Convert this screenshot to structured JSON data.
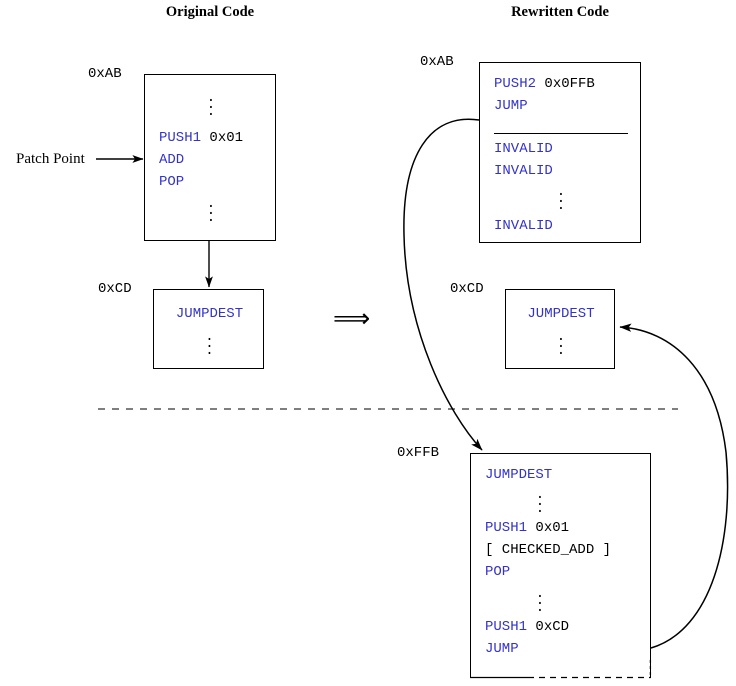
{
  "titles": {
    "left": "Original Code",
    "right": "Rewritten Code"
  },
  "labels": {
    "patch_point": "Patch Point",
    "orig_addr_main": "0xAB",
    "orig_addr_dest": "0xCD",
    "rewritten_addr_main": "0xAB",
    "rewritten_addr_dest": "0xCD",
    "rewritten_addr_trampoline": "0xFFB",
    "transform_arrow": "⟹",
    "vdots": "⋮"
  },
  "colors": {
    "opcode": "#3333cc",
    "literal": "#000000",
    "stroke": "#000000",
    "background": "#ffffff"
  },
  "original": {
    "main_block": {
      "address": "0xAB",
      "lines": [
        {
          "text": "⋮",
          "kind": "dots"
        },
        {
          "text": "PUSH1",
          "arg": "0x01",
          "kind": "code"
        },
        {
          "text": "ADD",
          "arg": "",
          "kind": "code"
        },
        {
          "text": "POP",
          "arg": "",
          "kind": "code"
        },
        {
          "text": "⋮",
          "kind": "dots"
        }
      ]
    },
    "dest_block": {
      "address": "0xCD",
      "lines": [
        {
          "text": "JUMPDEST",
          "arg": "",
          "kind": "code"
        },
        {
          "text": "⋮",
          "kind": "dots"
        }
      ]
    }
  },
  "rewritten": {
    "main_block": {
      "address": "0xAB",
      "lines": [
        {
          "text": "PUSH2",
          "arg": "0x0FFB",
          "kind": "code"
        },
        {
          "text": "JUMP",
          "arg": "",
          "kind": "code"
        },
        {
          "text": "",
          "kind": "rule"
        },
        {
          "text": "INVALID",
          "arg": "",
          "kind": "code"
        },
        {
          "text": "INVALID",
          "arg": "",
          "kind": "code"
        },
        {
          "text": "⋮",
          "kind": "dots"
        },
        {
          "text": "INVALID",
          "arg": "",
          "kind": "code"
        }
      ]
    },
    "dest_block": {
      "address": "0xCD",
      "lines": [
        {
          "text": "JUMPDEST",
          "arg": "",
          "kind": "code"
        },
        {
          "text": "⋮",
          "kind": "dots"
        }
      ]
    },
    "trampoline_block": {
      "address": "0xFFB",
      "lines": [
        {
          "text": "JUMPDEST",
          "arg": "",
          "kind": "code"
        },
        {
          "text": "⋮",
          "kind": "dots"
        },
        {
          "text": "PUSH1",
          "arg": "0x01",
          "kind": "code"
        },
        {
          "text": "[ CHECKED_ADD ]",
          "arg": "",
          "kind": "black"
        },
        {
          "text": "POP",
          "arg": "",
          "kind": "code"
        },
        {
          "text": "⋮",
          "kind": "dots"
        },
        {
          "text": "PUSH1",
          "arg": "0xCD",
          "kind": "code"
        },
        {
          "text": "JUMP",
          "arg": "",
          "kind": "code"
        }
      ]
    }
  }
}
